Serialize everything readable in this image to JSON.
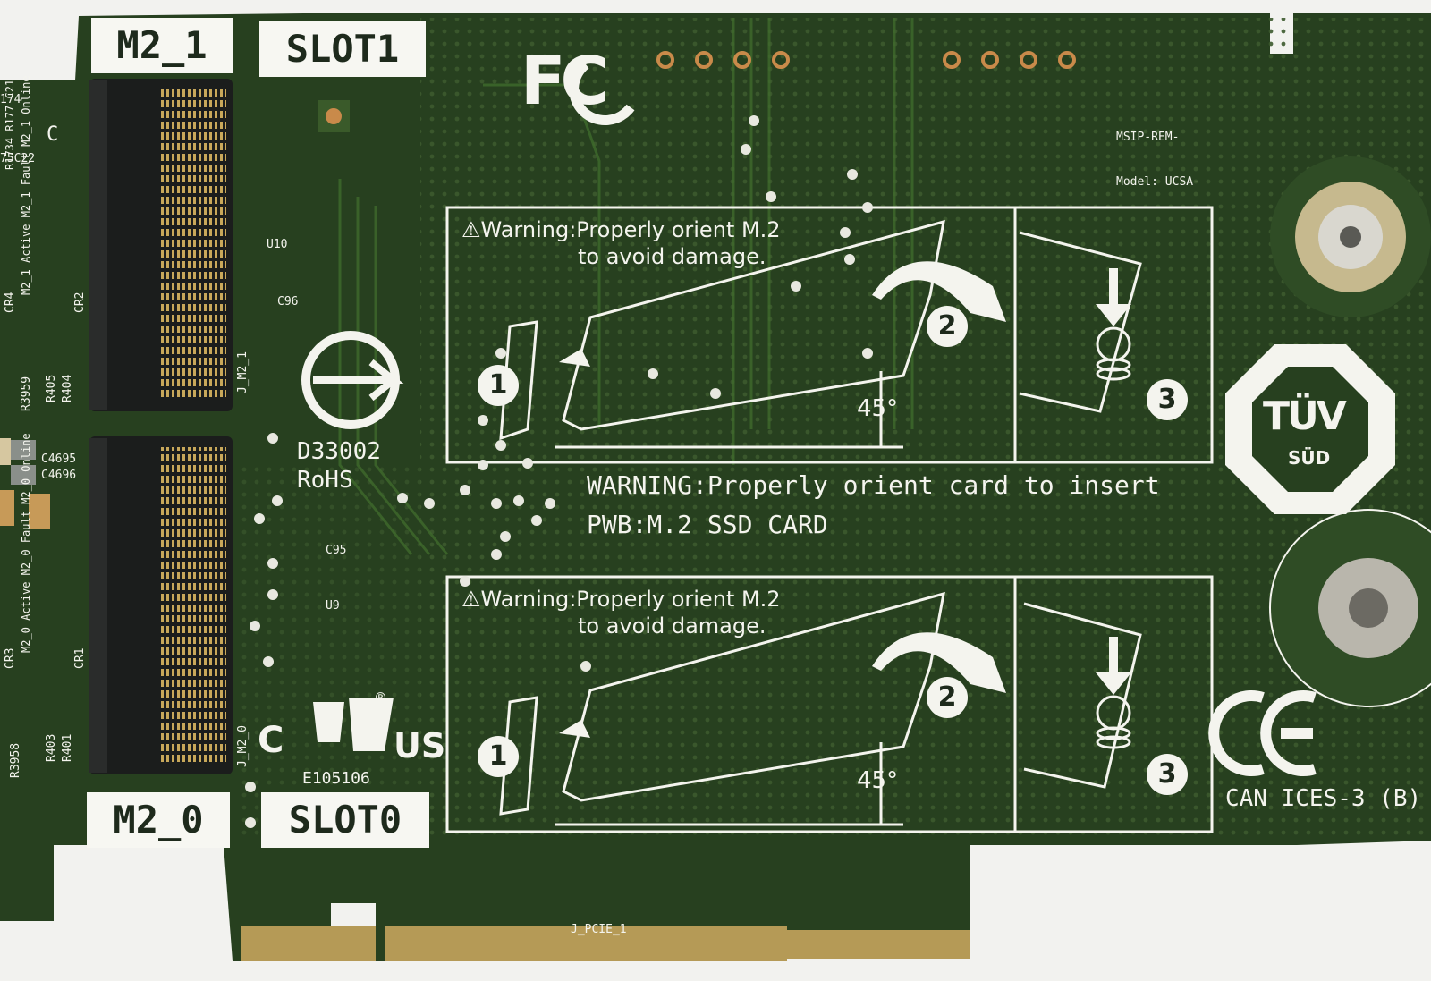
{
  "slots": {
    "m2_1": "M2_1",
    "slot1": "SLOT1",
    "m2_0": "M2_0",
    "slot0": "SLOT0"
  },
  "logos": {
    "fcc": "FC",
    "tuv": "TÜV",
    "tuv_sub": "SÜD",
    "ce": "CE",
    "ul_c": "C",
    "ul_us": "US",
    "ul_mark": "®"
  },
  "warning_top": {
    "line1": "⚠Warning:Properly orient M.2",
    "line2": "to avoid damage."
  },
  "warning_bottom": {
    "line1": "⚠Warning:Properly orient M.2",
    "line2": "to avoid damage."
  },
  "angle_label": "45°",
  "step_numbers": [
    "1",
    "2",
    "3"
  ],
  "card_warning": "WARNING:Properly orient card to insert",
  "pwb_label": "PWB:M.2 SSD CARD",
  "cert_ids": {
    "d33002": "D33002",
    "rohs": "RoHS",
    "e105106": "E105106",
    "can_ices": "CAN ICES-3 (B)"
  },
  "component_labels": {
    "u10": "U10",
    "c96": "C96",
    "c95": "C95",
    "u9": "U9",
    "j_pcie": "J_PCIE_1",
    "j_m2_1": "J_M2_1",
    "j_m2_0": "J_M2_0",
    "c4695": "C4695",
    "c4696": "C4696",
    "r3959": "R3959",
    "r3958": "R3958",
    "r405": "R405",
    "r404": "R404",
    "r403": "R403",
    "r401": "R401",
    "cr4": "CR4",
    "cr2": "CR2",
    "cr3": "CR3",
    "cr1": "CR1",
    "led_m2_1": "M2_1 Active M2_1 Fault M2_1 Online",
    "led_m2_0": "M2_0 Active M2_0 Fault M2_0 Online",
    "r174": "174",
    "r177": "R1734 R177 C21",
    "c22": "75C22",
    "c_mark": "C"
  },
  "msip_label": "MSIP-REM-",
  "model_label": "Model: UCSA-",
  "colors": {
    "pcb": "#27401f",
    "pcb_dark": "#1c3016",
    "silkscreen": "#f4f4ee",
    "connector": "#1b1d1c",
    "gold": "#c8a85a",
    "copper": "#c98a4a"
  }
}
